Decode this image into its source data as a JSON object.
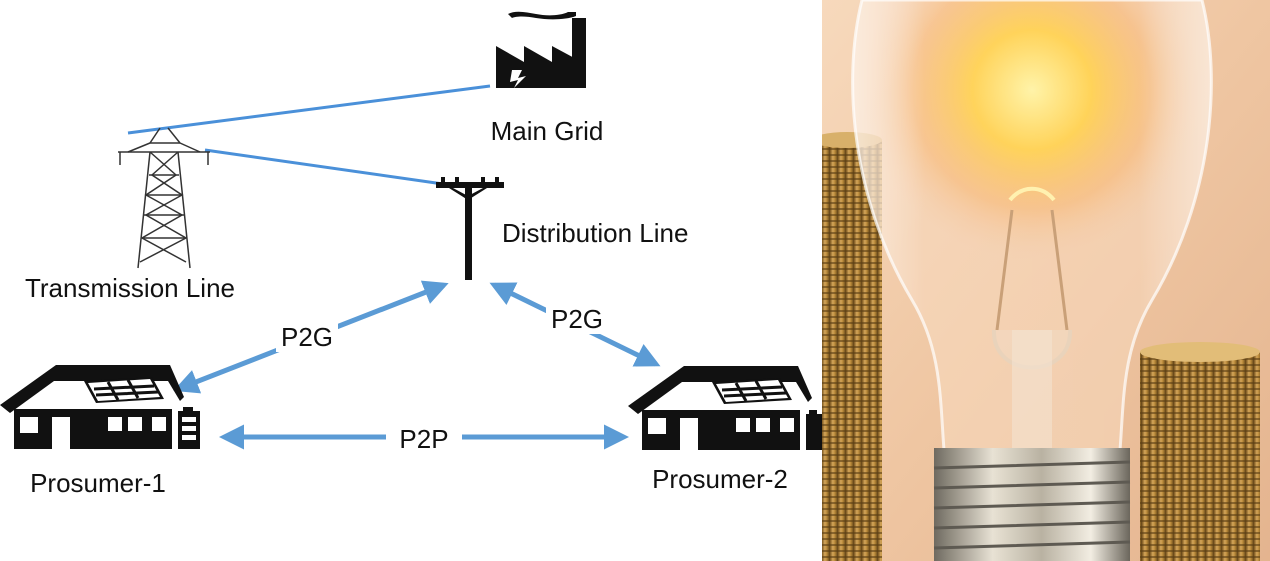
{
  "diagram": {
    "main_grid_label": "Main Grid",
    "transmission_line_label": "Transmission Line",
    "distribution_line_label": "Distribution Line",
    "p2g_left_label": "P2G",
    "p2g_right_label": "P2G",
    "p2p_label": "P2P",
    "prosumer1_label": "Prosumer-1",
    "prosumer2_label": "Prosumer-2",
    "line_color": "#4a90d9",
    "arrow_color": "#5b9bd5",
    "icon_color": "#111111"
  },
  "photo": {
    "subject": "light bulb with stacked coins",
    "colors": {
      "glow": "#ffd35a",
      "background": "#f2c9a4",
      "coins": "#b98a3a"
    }
  }
}
